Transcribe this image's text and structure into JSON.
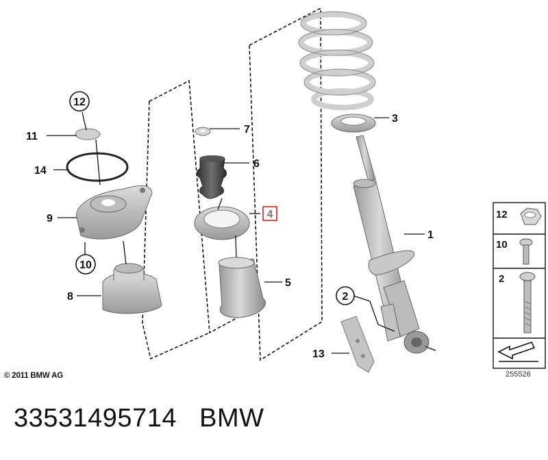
{
  "diagram": {
    "callouts": {
      "c1": "1",
      "c2": "2",
      "c3": "3",
      "c4": "4",
      "c5": "5",
      "c6": "6",
      "c7": "7",
      "c8": "8",
      "c9": "9",
      "c10": "10",
      "c11": "11",
      "c12": "12",
      "c13": "13",
      "c14": "14"
    },
    "legend": [
      "12",
      "10",
      "2"
    ],
    "copyright": "© 2011 BMW AG",
    "diagram_number": "255526"
  },
  "footer": {
    "part_number": "33531495714",
    "brand": "BMW"
  }
}
